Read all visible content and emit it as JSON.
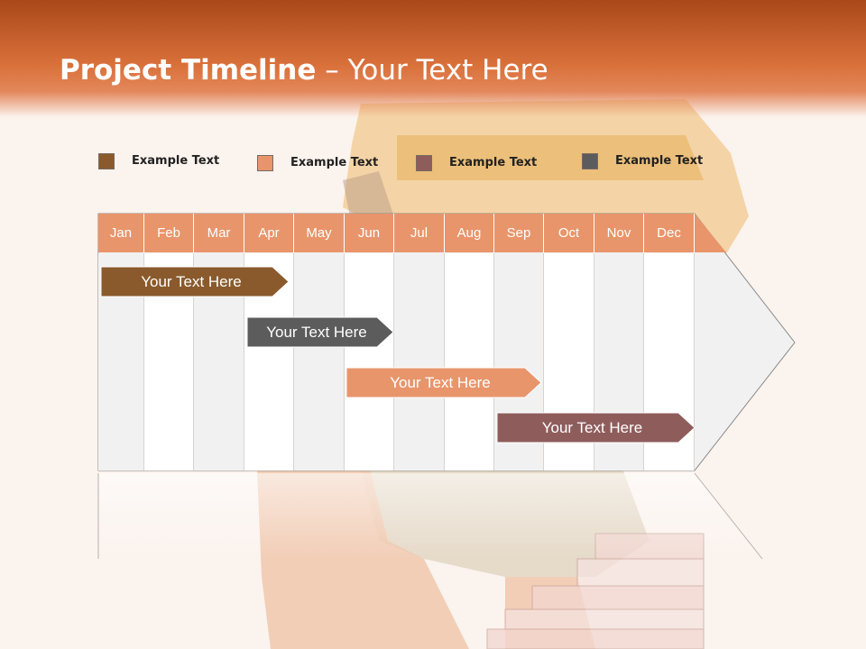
{
  "slide": {
    "title_bold": "Project Timeline",
    "title_rest": " – Your Text Here"
  },
  "legend": [
    {
      "label": "Example Text",
      "color": "#8a5a2c"
    },
    {
      "label": "Example Text",
      "color": "#e8956b"
    },
    {
      "label": "Example Text",
      "color": "#8f5c5c"
    },
    {
      "label": "Example Text",
      "color": "#5c5c5c"
    }
  ],
  "timeline": {
    "months": [
      "Jan",
      "Feb",
      "Mar",
      "Apr",
      "May",
      "Jun",
      "Jul",
      "Aug",
      "Sep",
      "Oct",
      "Nov",
      "Dec"
    ],
    "header_color": "#e8956b",
    "tasks": [
      {
        "label": "Your  Text Here",
        "start_month": "Jan",
        "end_month": "Apr",
        "color": "#8a5a2c"
      },
      {
        "label": "Your  Text Here",
        "start_month": "Apr",
        "end_month": "Jun",
        "color": "#5c5c5c"
      },
      {
        "label": "Your  Text Here",
        "start_month": "Jun",
        "end_month": "Sep",
        "color": "#e8956b"
      },
      {
        "label": "Your  Text Here",
        "start_month": "Sep",
        "end_month": "Dec",
        "color": "#8f5c5c"
      }
    ]
  }
}
